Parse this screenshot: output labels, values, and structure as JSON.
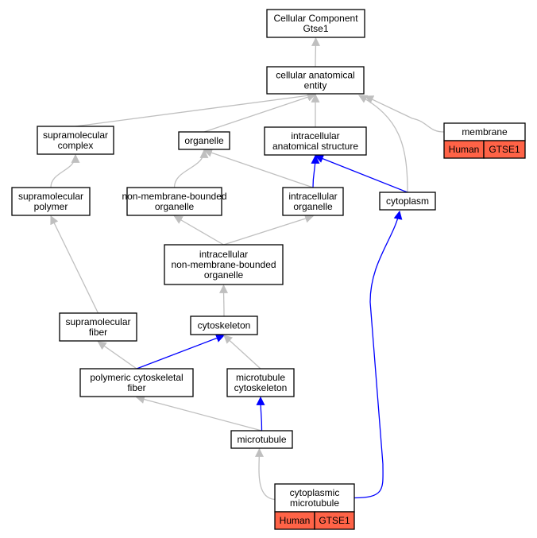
{
  "colors": {
    "is_a": "#bfbfbf",
    "part_of": "#0000ff",
    "annotation_fill": "#ff6347",
    "node_border": "#000000"
  },
  "nodes": {
    "root": {
      "lines": [
        "Cellular Component",
        "Gtse1"
      ]
    },
    "cae": {
      "lines": [
        "cellular anatomical",
        "entity"
      ]
    },
    "supcomplex": {
      "lines": [
        "supramolecular",
        "complex"
      ]
    },
    "organelle": {
      "lines": [
        "organelle"
      ]
    },
    "ias": {
      "lines": [
        "intracellular",
        "anatomical structure"
      ]
    },
    "membrane": {
      "lines": [
        "membrane"
      ],
      "tags": [
        "Human",
        "GTSE1"
      ]
    },
    "suppolymer": {
      "lines": [
        "supramolecular",
        "polymer"
      ]
    },
    "nmbo": {
      "lines": [
        "non-membrane-bounded",
        "organelle"
      ]
    },
    "intorg": {
      "lines": [
        "intracellular",
        "organelle"
      ]
    },
    "cytoplasm": {
      "lines": [
        "cytoplasm"
      ]
    },
    "inmbo": {
      "lines": [
        "intracellular",
        "non-membrane-bounded",
        "organelle"
      ]
    },
    "supfiber": {
      "lines": [
        "supramolecular",
        "fiber"
      ]
    },
    "cytoskeleton": {
      "lines": [
        "cytoskeleton"
      ]
    },
    "polyfiber": {
      "lines": [
        "polymeric cytoskeletal",
        "fiber"
      ]
    },
    "mtcyto": {
      "lines": [
        "microtubule",
        "cytoskeleton"
      ]
    },
    "microtubule": {
      "lines": [
        "microtubule"
      ]
    },
    "cytomt": {
      "lines": [
        "cytoplasmic",
        "microtubule"
      ],
      "tags": [
        "Human",
        "GTSE1"
      ]
    }
  },
  "edges": [
    {
      "from": "cae",
      "to": "root",
      "type": "is_a"
    },
    {
      "from": "supcomplex",
      "to": "cae",
      "type": "is_a"
    },
    {
      "from": "organelle",
      "to": "cae",
      "type": "is_a"
    },
    {
      "from": "ias",
      "to": "cae",
      "type": "is_a"
    },
    {
      "from": "cytoplasm",
      "to": "cae",
      "type": "is_a"
    },
    {
      "from": "membrane",
      "to": "cae",
      "type": "is_a"
    },
    {
      "from": "suppolymer",
      "to": "supcomplex",
      "type": "is_a"
    },
    {
      "from": "nmbo",
      "to": "organelle",
      "type": "is_a"
    },
    {
      "from": "intorg",
      "to": "organelle",
      "type": "is_a"
    },
    {
      "from": "intorg",
      "to": "ias",
      "type": "part_of"
    },
    {
      "from": "cytoplasm",
      "to": "ias",
      "type": "part_of"
    },
    {
      "from": "inmbo",
      "to": "nmbo",
      "type": "is_a"
    },
    {
      "from": "inmbo",
      "to": "intorg",
      "type": "is_a"
    },
    {
      "from": "supfiber",
      "to": "suppolymer",
      "type": "is_a"
    },
    {
      "from": "cytoskeleton",
      "to": "inmbo",
      "type": "is_a"
    },
    {
      "from": "polyfiber",
      "to": "supfiber",
      "type": "is_a"
    },
    {
      "from": "polyfiber",
      "to": "cytoskeleton",
      "type": "part_of"
    },
    {
      "from": "mtcyto",
      "to": "cytoskeleton",
      "type": "is_a"
    },
    {
      "from": "microtubule",
      "to": "polyfiber",
      "type": "is_a"
    },
    {
      "from": "microtubule",
      "to": "mtcyto",
      "type": "part_of"
    },
    {
      "from": "cytomt",
      "to": "microtubule",
      "type": "is_a"
    },
    {
      "from": "cytomt",
      "to": "cytoplasm",
      "type": "part_of"
    }
  ]
}
